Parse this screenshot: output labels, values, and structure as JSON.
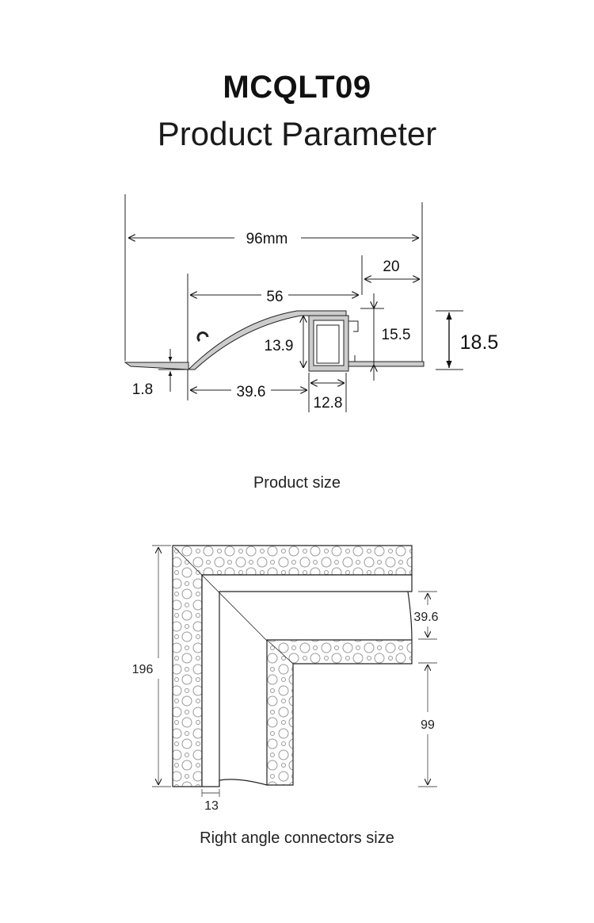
{
  "header": {
    "model": "MCQLT09",
    "title": "Product Parameter"
  },
  "product_size": {
    "caption": "Product size",
    "dimensions": {
      "overall_width": "96mm",
      "right_flange": "20",
      "slope_width": "56",
      "flange_thickness": "1.8",
      "slope_base": "39.6",
      "channel_width": "12.8",
      "channel_height": "13.9",
      "right_height": "15.5",
      "total_height": "18.5"
    }
  },
  "connector_size": {
    "caption": "Right angle connectors size",
    "dimensions": {
      "height": "196",
      "opening": "39.6",
      "leg": "99",
      "lip": "13"
    }
  }
}
